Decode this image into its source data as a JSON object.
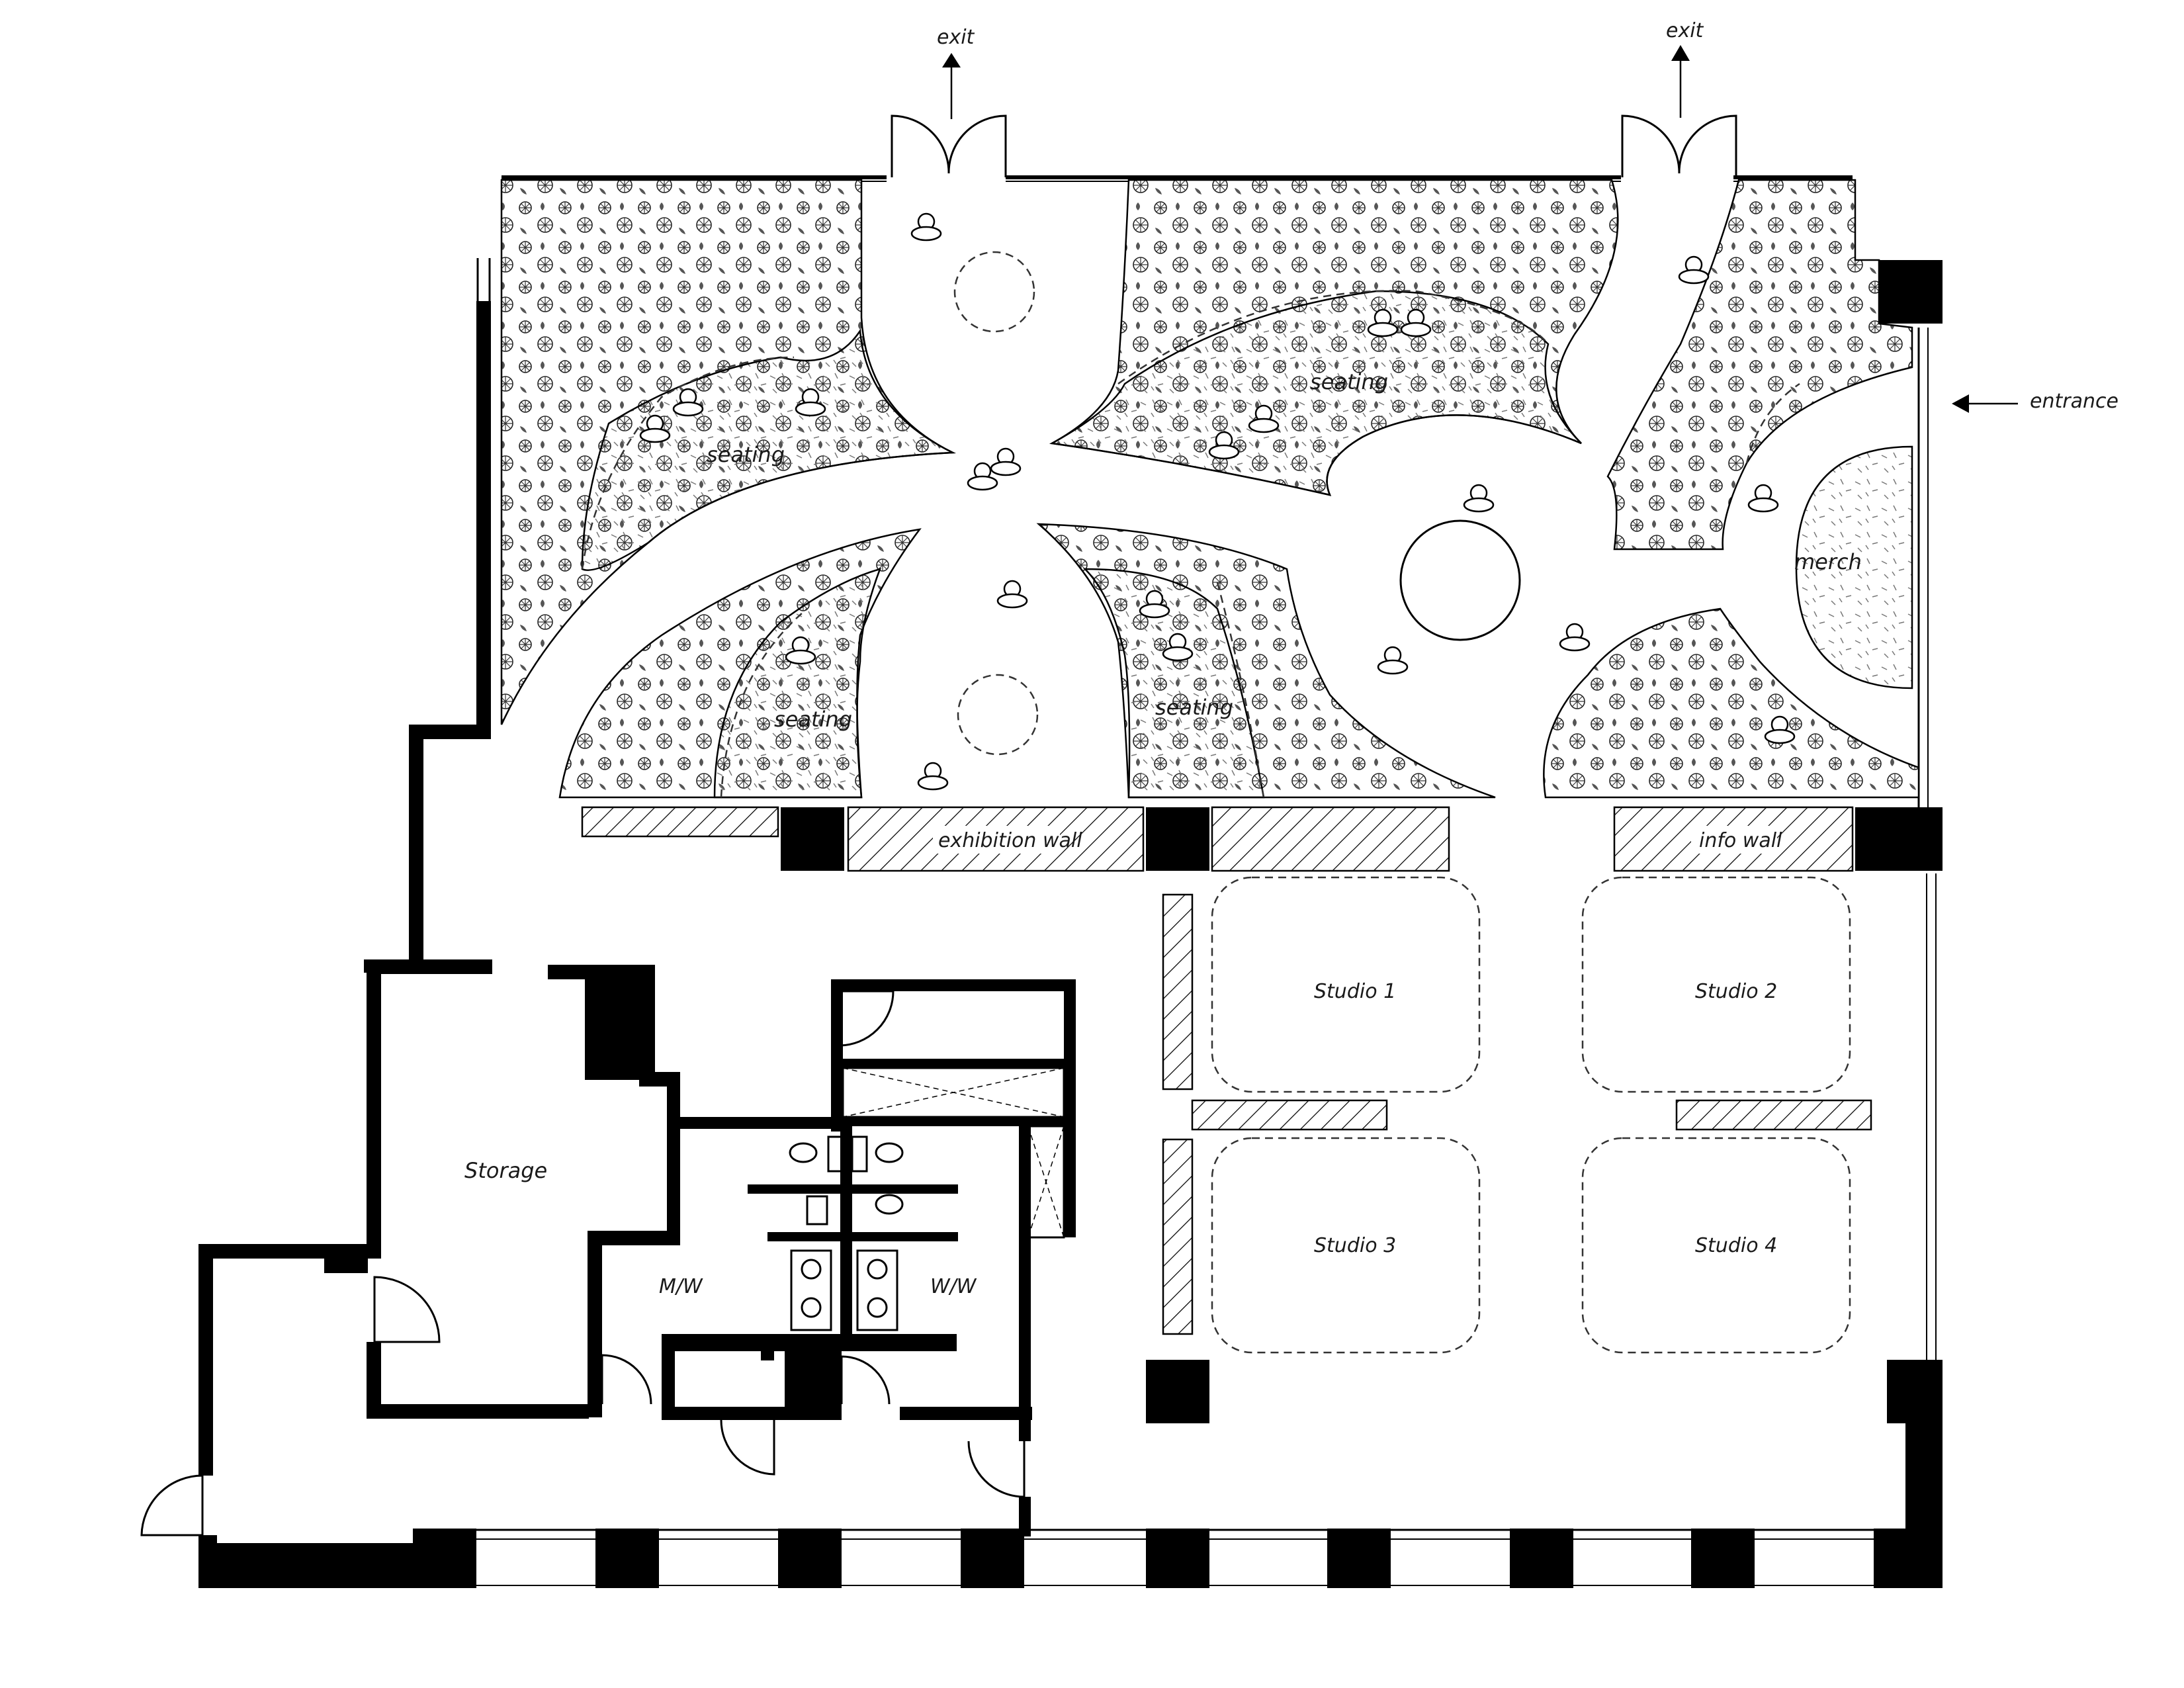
{
  "labels": {
    "exit_left": "exit",
    "exit_right": "exit",
    "entrance": "entrance",
    "seating_top_left": "seating",
    "seating_top_mid": "seating",
    "seating_bottom_left": "seating",
    "seating_bottom_mid": "seating",
    "merch": "merch",
    "exhibition_wall": "exhibition wall",
    "info_wall": "info wall",
    "studio_1": "Studio 1",
    "studio_2": "Studio 2",
    "studio_3": "Studio 3",
    "studio_4": "Studio 4",
    "storage": "Storage",
    "mw": "M/W",
    "ww": "W/W"
  },
  "colors": {
    "ink": "#000000",
    "paper": "#ffffff",
    "label": "#1a1a1a"
  }
}
